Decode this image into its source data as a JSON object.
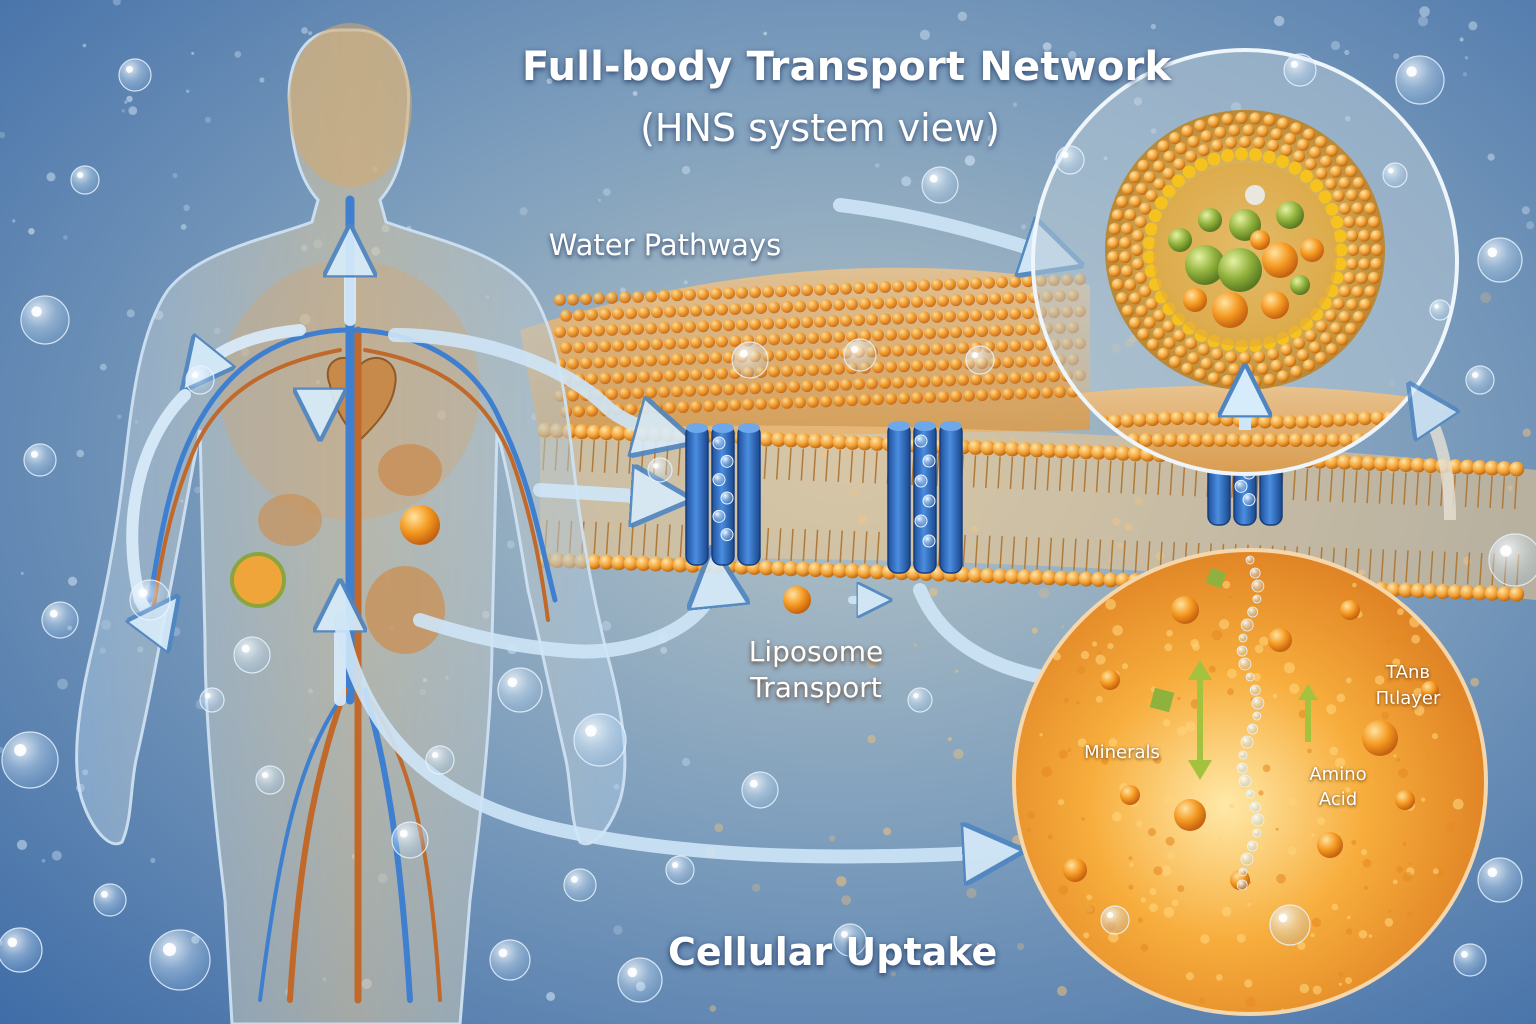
{
  "title": "Full-body Transport Network",
  "subtitle": "(HNS system view)",
  "labels": {
    "water_pathways": "Water Pathways",
    "liposome_transport": "Liposome Transport",
    "cellular_uptake": "Cellular Uptake",
    "minerals": "Minerals",
    "amino_acid": "Amino Acid",
    "tang_bilayer": "TAnв Πιlayer"
  },
  "colors": {
    "background_blue": "#4f7fb3",
    "membrane_orange": "#e9a13c",
    "channel_blue": "#2f6fc4",
    "arrow_light_blue": "#b9dbf5",
    "nutrient_green": "#8db241",
    "cell_interior": "#f39a1f"
  },
  "icons": [
    "human-body-figure",
    "lipid-bilayer",
    "protein-channel",
    "liposome-sphere",
    "cell-interior",
    "water-bubble",
    "flow-arrow"
  ]
}
